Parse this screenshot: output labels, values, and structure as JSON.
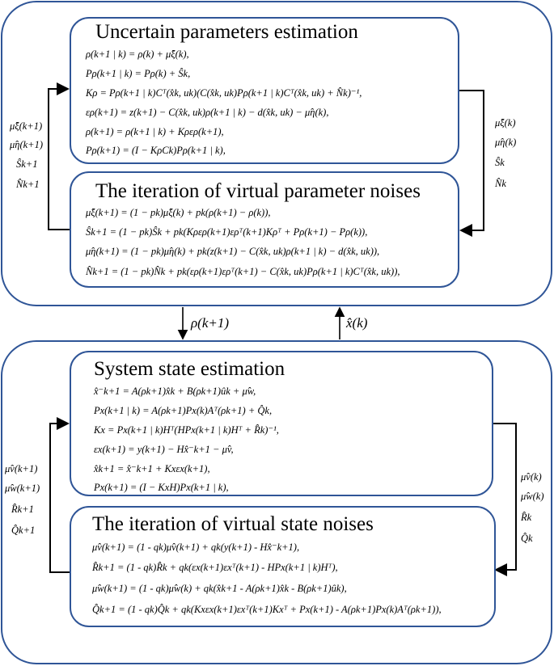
{
  "upper": {
    "box1": {
      "title": "Uncertain parameters estimation",
      "equations": [
        "ρ(k+1 | k) = ρ(k) + μ̂ξ(k),",
        "Pρ(k+1 | k) = Pρ(k) + Ŝk,",
        "Kρ = Pρ(k+1 | k)Cᵀ(x̂k, uk)(C(x̂k, uk)Pρ(k+1 | k)Cᵀ(x̂k, uk) + N̂k)⁻¹,",
        "ερ(k+1) = z(k+1) − C(x̂k, uk)ρ(k+1 | k) − d(x̂k, uk) − μ̂η(k),",
        "ρ(k+1) = ρ(k+1 | k) + Kρερ(k+1),",
        "Pρ(k+1) = (I − KρCk)Pρ(k+1 | k),"
      ]
    },
    "box2": {
      "title": "The iteration of virtual parameter noises",
      "equations": [
        "μ̂ξ(k+1) = (1 − pk)μ̂ξ(k) + pk(ρ(k+1) − ρ(k)),",
        "Ŝk+1 = (1 − pk)Ŝk + pk(Kρερ(k+1)ερᵀ(k+1)Kρᵀ + Pρ(k+1) − Pρ(k)),",
        "μ̂η(k+1) = (1 − pk)μ̂η(k) + pk(z(k+1) − C(x̂k, uk)ρ(k+1 | k) − d(x̂k, uk)),",
        "N̂k+1 = (1 − pk)N̂k + pk(ερ(k+1)ερᵀ(k+1) − C(x̂k, uk)Pρ(k+1 | k)Cᵀ(x̂k, uk)),"
      ]
    },
    "left_labels": [
      "μ̂ξ(k+1)",
      "μ̂η(k+1)",
      "Ŝk+1",
      "N̂k+1"
    ],
    "right_labels": [
      "μ̂ξ(k)",
      "μ̂η(k)",
      "Ŝk",
      "N̂k"
    ]
  },
  "connectors": {
    "down_label": "ρ(k+1)",
    "up_label": "x̂(k)"
  },
  "lower": {
    "box1": {
      "title": "System state estimation",
      "equations": [
        "x̂⁻k+1 = A(ρk+1)x̂k + B(ρk+1)ûk + μ̂w,",
        "Px(k+1 | k) = A(ρk+1)Px(k)Aᵀ(ρk+1) + Q̂k,",
        "Kx = Px(k+1 | k)Hᵀ(HPx(k+1 | k)Hᵀ + R̂k)⁻¹,",
        "εx(k+1) = y(k+1) − Hx̂⁻k+1 − μ̂v,",
        "x̂k+1 = x̂⁻k+1 + Kxεx(k+1),",
        "Px(k+1) = (I − KxH)Px(k+1 | k),"
      ]
    },
    "box2": {
      "title": "The iteration of virtual state noises",
      "equations": [
        "μ̂v(k+1) = (1 - qk)μ̂v(k+1) + qk(y(k+1) - Hx̂⁻k+1),",
        "R̂k+1 = (1 - qk)R̂k + qk(εx(k+1)εxᵀ(k+1) - HPx(k+1 | k)Hᵀ),",
        "μ̂w(k+1) = (1 - qk)μ̂w(k) + qk(x̂k+1 - A(ρk+1)x̂k - B(ρk+1)ûk),",
        "Q̂k+1 = (1 - qk)Q̂k + qk(Kxεx(k+1)εxᵀ(k+1)Kxᵀ + Px(k+1) - A(ρk+1)Px(k)Aᵀ(ρk+1)),"
      ]
    },
    "left_labels": [
      "μ̂v(k+1)",
      "μ̂w(k+1)",
      "R̂k+1",
      "Q̂k+1"
    ],
    "right_labels": [
      "μ̂v(k)",
      "μ̂w(k)",
      "R̂k",
      "Q̂k"
    ]
  },
  "colors": {
    "box_border": "#2f5597",
    "arrow": "#000000"
  }
}
